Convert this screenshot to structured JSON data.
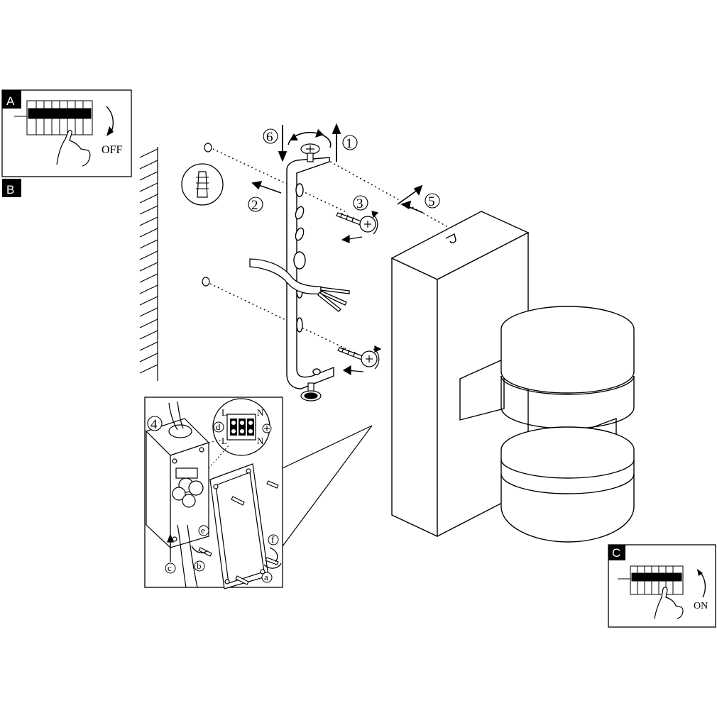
{
  "panel_a": {
    "letter": "A",
    "switch_label": "OFF"
  },
  "panel_b": {
    "letter": "B"
  },
  "panel_c": {
    "letter": "C",
    "switch_label": "ON"
  },
  "steps": [
    "1",
    "2",
    "3",
    "4",
    "5",
    "6"
  ],
  "substeps": {
    "a": "a",
    "b": "b",
    "c": "c",
    "d": "d",
    "e": "e",
    "f": "f"
  },
  "terminal": {
    "l1": "L",
    "n1": "N",
    "l2": "L",
    "n2": "N"
  },
  "colors": {
    "line": "#000000",
    "background": "#ffffff"
  }
}
